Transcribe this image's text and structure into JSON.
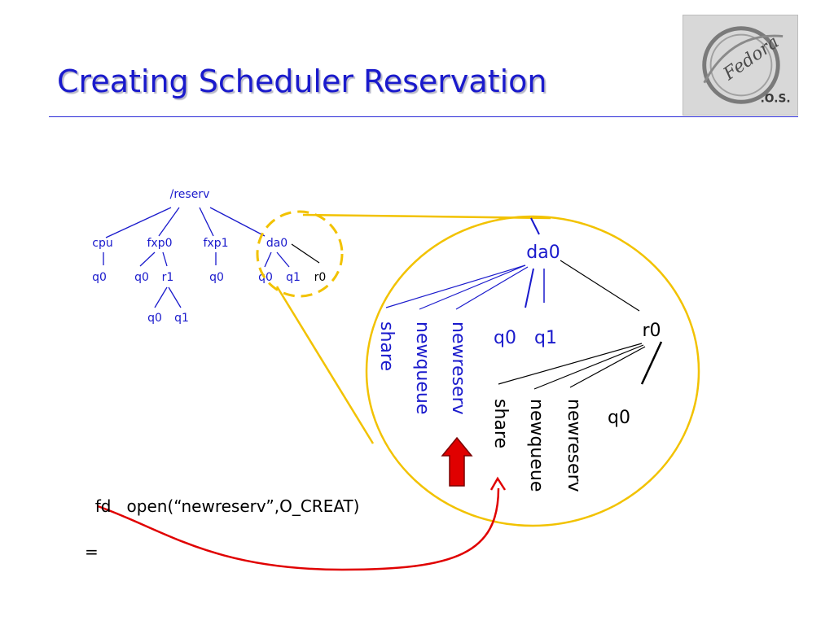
{
  "slide": {
    "title": "Creating Scheduler Reservation",
    "logo": {
      "icon": "fedora-os-logo-icon",
      "text_main": "Fedora",
      "text_sub": ".O.S."
    },
    "code_line1": "fd   open(“newreserv”,O_CREAT)",
    "code_line2": "="
  },
  "small_tree": {
    "root": "/reserv",
    "level1": [
      "cpu",
      "fxp0",
      "fxp1",
      "da0"
    ],
    "cpu_children": [
      "q0"
    ],
    "fxp0_children": [
      "q0",
      "r1"
    ],
    "r1_children": [
      "q0",
      "q1"
    ],
    "fxp1_children": [
      "q0"
    ],
    "da0_children": [
      "q0",
      "q1",
      "r0"
    ]
  },
  "zoom_tree": {
    "root": "da0",
    "vertical_entries": [
      "share",
      "newqueue",
      "newreserv"
    ],
    "horizontal_entries": [
      "q0",
      "q1"
    ],
    "r0": "r0",
    "r0_vertical_entries": [
      "share",
      "newqueue",
      "newreserv"
    ],
    "r0_horizontal_entries": [
      "q0"
    ]
  },
  "colors": {
    "title": "#1a1acc",
    "tree_blue": "#1a1acc",
    "highlight_circle": "#f2c200",
    "arrow": "#e00000",
    "text_black": "#000000"
  }
}
